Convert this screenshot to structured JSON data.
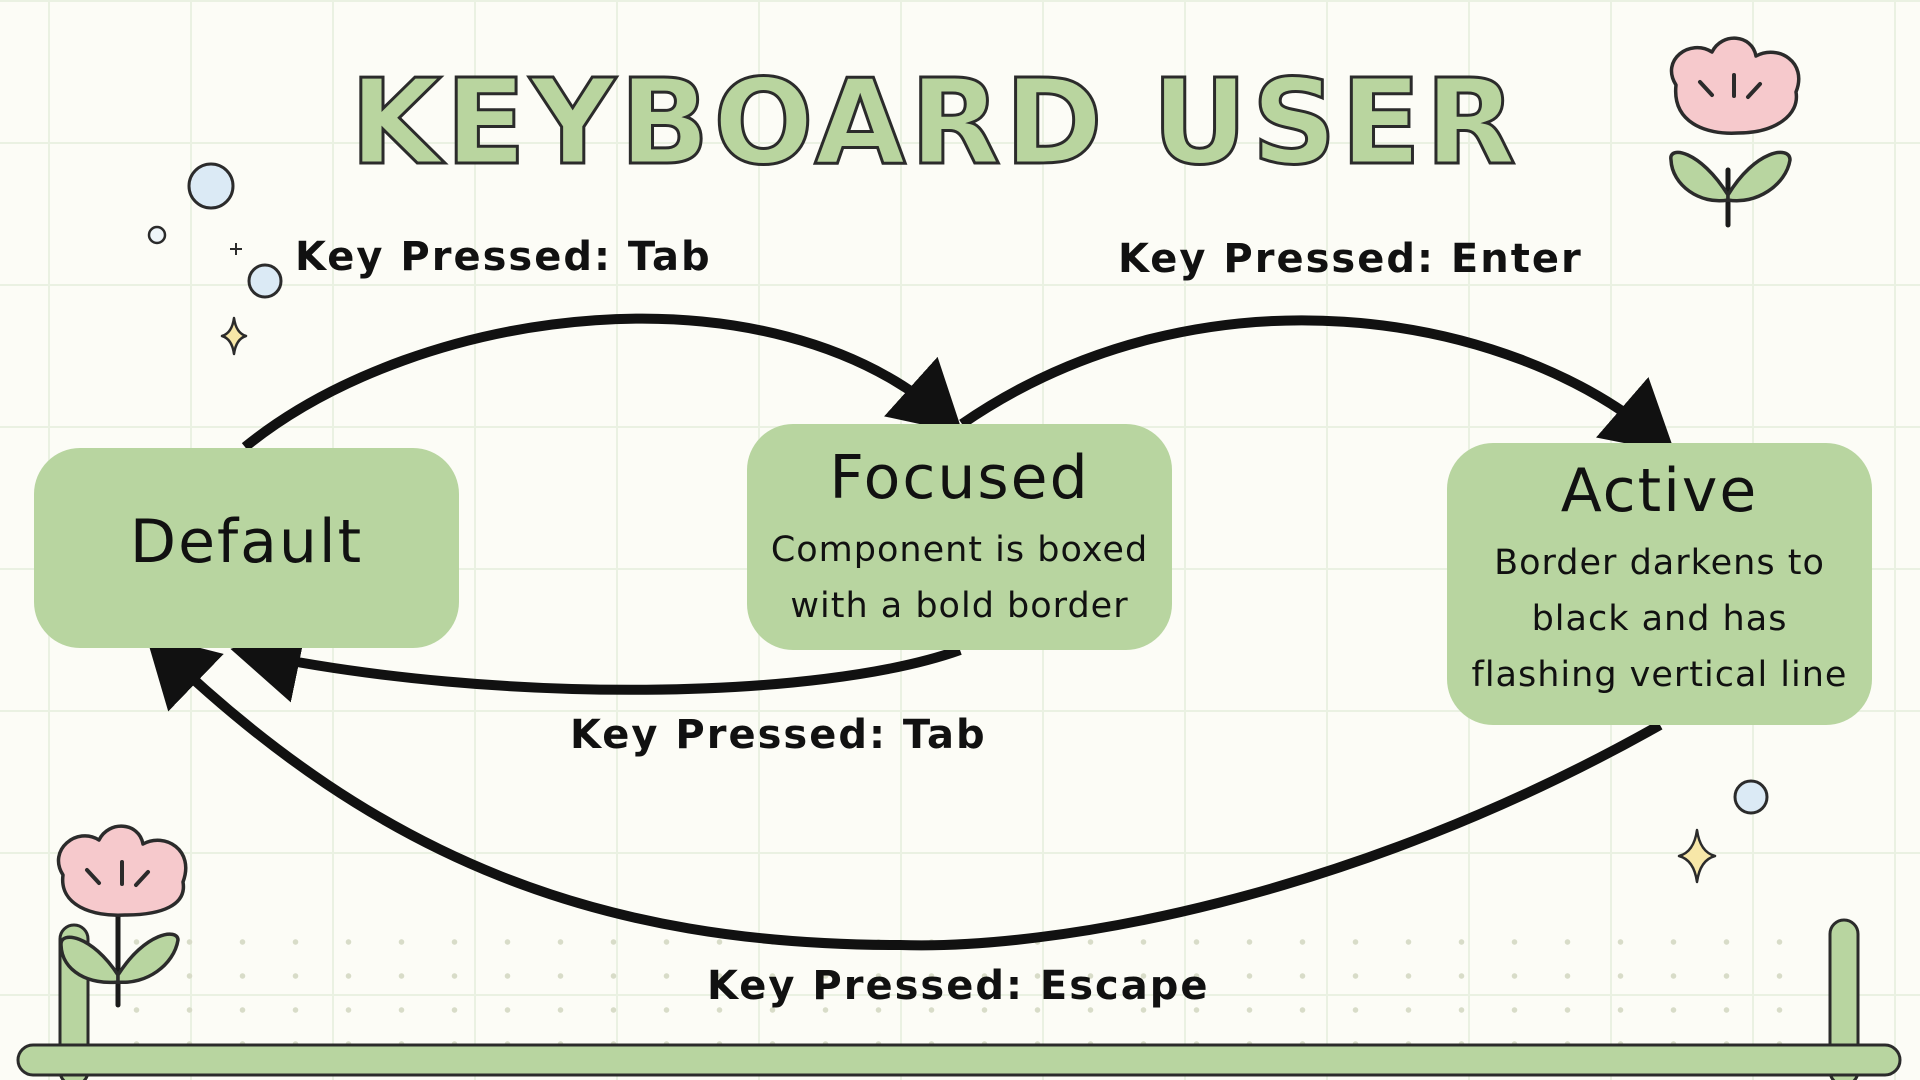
{
  "title": "KEYBOARD USER",
  "nodes": {
    "default": {
      "title": "Default"
    },
    "focused": {
      "title": "Focused",
      "description": "Component is boxed with a bold border"
    },
    "active": {
      "title": "Active",
      "description": "Border darkens to black and has flashing vertical line"
    }
  },
  "edges": {
    "default_to_focused": {
      "label": "Key Pressed: Tab"
    },
    "focused_to_active": {
      "label": "Key Pressed: Enter"
    },
    "focused_to_default": {
      "label": "Key Pressed: Tab"
    },
    "active_to_default": {
      "label": "Key Pressed: Escape"
    }
  },
  "colors": {
    "background": "#fcfcf6",
    "node_fill": "#b8d5a0",
    "title_fill": "#b9d59f",
    "flower_petal": "#f6c9cc",
    "leaf": "#b8d5a0",
    "bubble": "#dbeaf5",
    "sparkle": "#f7e7a8",
    "arrow": "#111111"
  },
  "decorations": [
    "flower-icon",
    "bubble-icon",
    "sparkle-icon",
    "frame-pipe"
  ]
}
